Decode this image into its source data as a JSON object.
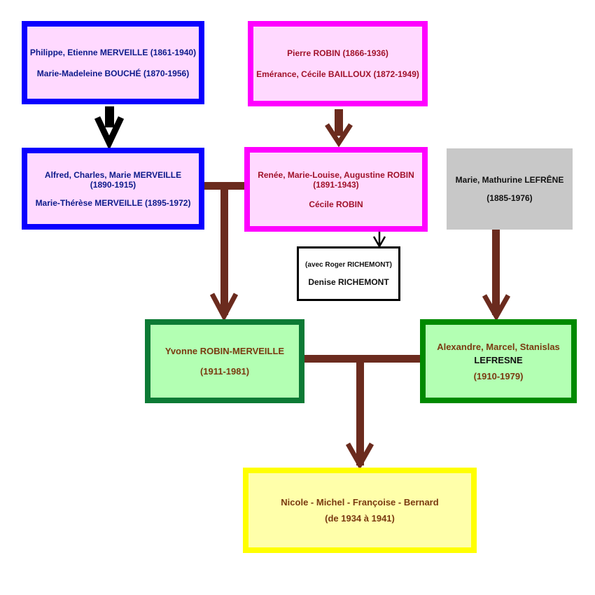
{
  "colors": {
    "blue_border": "#0a00ff",
    "magenta_border": "#ff00ff",
    "pink_fill": "#ffd9ff",
    "grey_fill": "#c8c8c8",
    "green_border": "#0d7a35",
    "green_fill": "#b3ffb3",
    "yellow_border": "#ffff00",
    "yellow_fill": "#ffffaa",
    "connector_brown": "#6b2b1e",
    "arrow_black": "#000000"
  },
  "boxes": {
    "merveille_gen1": {
      "line1": "Philippe, Etienne MERVEILLE (1861-1940)",
      "line2": "Marie-Madeleine BOUCHÉ (1870-1956)"
    },
    "robin_gen1": {
      "line1": "Pierre ROBIN (1866-1936)",
      "line2": "Emérance, Cécile BAILLOUX (1872-1949)"
    },
    "merveille_gen2": {
      "line1": "Alfred, Charles, Marie MERVEILLE",
      "line2": "(1890-1915)",
      "line3": "Marie-Thérèse MERVEILLE (1895-1972)"
    },
    "robin_gen2": {
      "line1": "Renée, Marie-Louise, Augustine ROBIN",
      "line2": "(1891-1943)",
      "line3": "Cécile ROBIN"
    },
    "lefrene": {
      "line1": "Marie, Mathurine LEFRÊNE",
      "line2": "(1885-1976)"
    },
    "richemont": {
      "line1": "(avec Roger RICHEMONT)",
      "line2": "Denise RICHEMONT"
    },
    "yvonne": {
      "line1": "Yvonne ROBIN-MERVEILLE",
      "line2": "(1911-1981)"
    },
    "lefresne": {
      "line1": "Alexandre, Marcel, Stanislas",
      "line2": "LEFRESNE",
      "line3": "(1910-1979)"
    },
    "children": {
      "line1": "Nicole - Michel - Françoise - Bernard",
      "line2": "(de 1934 à 1941)"
    }
  }
}
